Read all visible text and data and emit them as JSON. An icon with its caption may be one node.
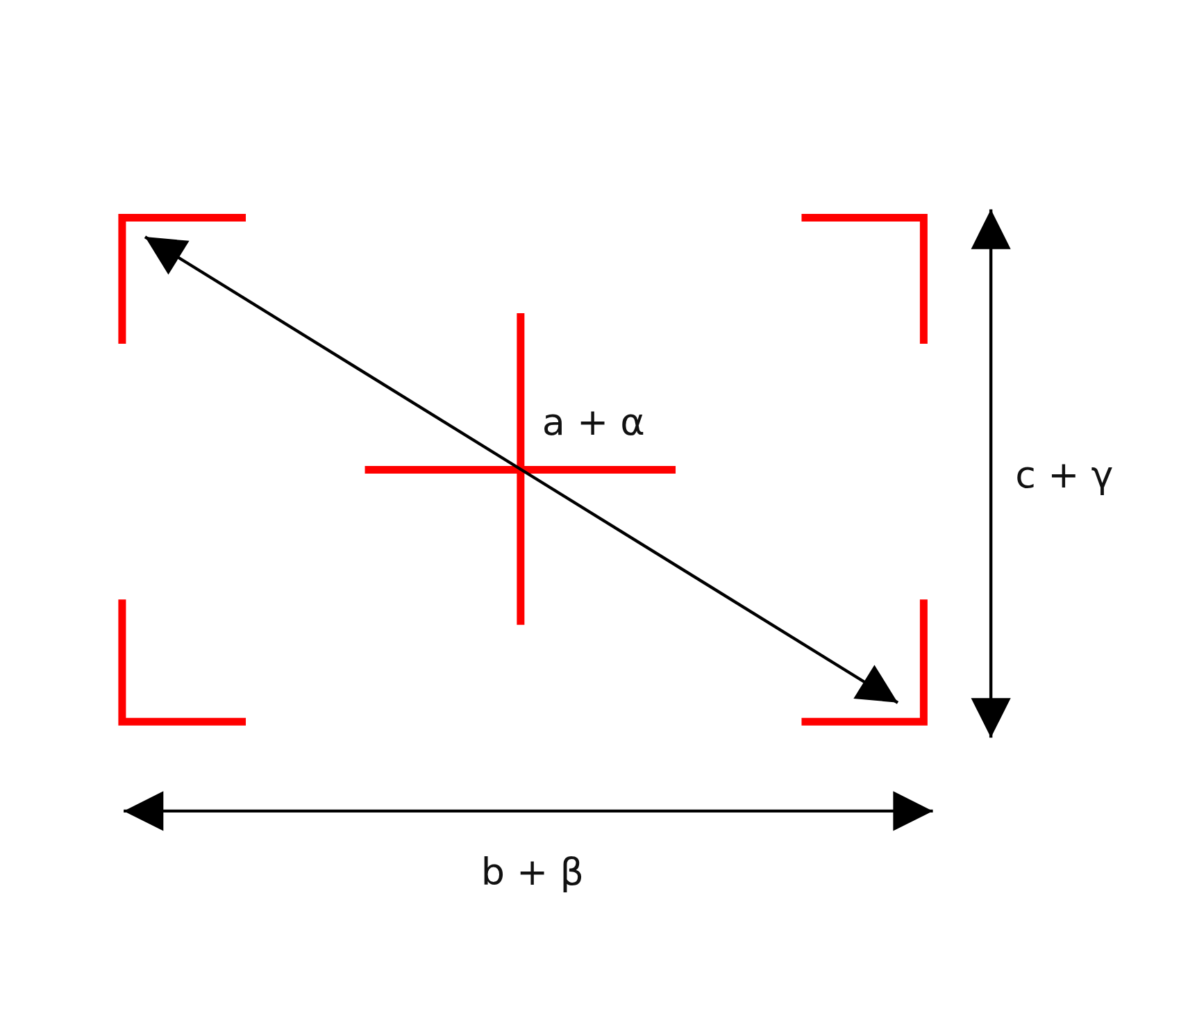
{
  "diagram": {
    "labels": [
      "a + α",
      "c + γ",
      "b + β"
    ]
  }
}
